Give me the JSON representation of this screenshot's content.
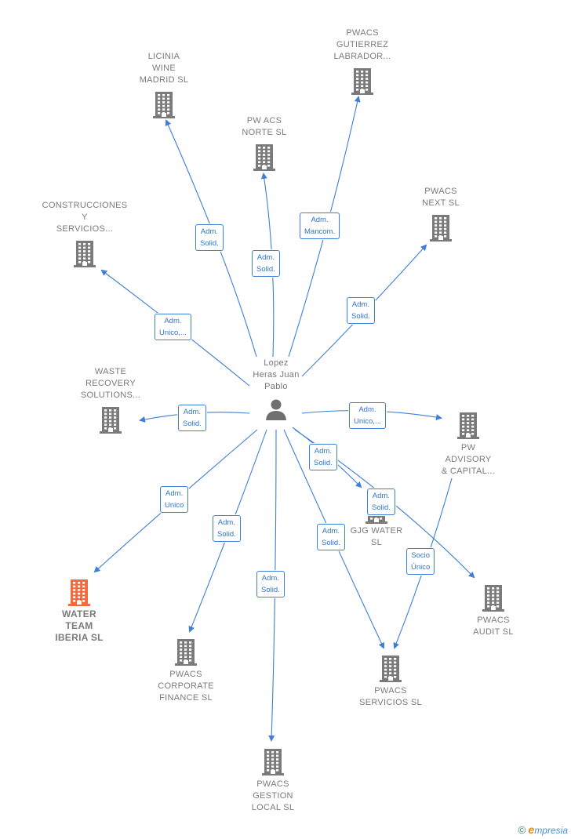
{
  "colors": {
    "edge": "#3f7fd6",
    "building": "#7a7a7a",
    "focus": "#f26a3d",
    "person": "#6f6f6f"
  },
  "person": {
    "label": "Lopez\nHeras Juan\nPablo"
  },
  "companies": [
    {
      "id": "licinia",
      "label": "LICINIA\nWINE\nMADRID  SL"
    },
    {
      "id": "gutierrez",
      "label": "PWACS\nGUTIERREZ\nLABRADOR..."
    },
    {
      "id": "norte",
      "label": "PW ACS\nNORTE  SL"
    },
    {
      "id": "next",
      "label": "PWACS\nNEXT  SL"
    },
    {
      "id": "construcciones",
      "label": "CONSTRUCCIONES\nY\nSERVICIOS..."
    },
    {
      "id": "waste",
      "label": "WASTE\nRECOVERY\nSOLUTIONS..."
    },
    {
      "id": "advisory",
      "label": "PW\nADVISORY\n& CAPITAL..."
    },
    {
      "id": "gjg",
      "label": "GJG WATER\nSL"
    },
    {
      "id": "water",
      "label": "WATER\nTEAM\nIBERIA  SL",
      "focus": true
    },
    {
      "id": "corporate",
      "label": "PWACS\nCORPORATE\nFINANCE  SL"
    },
    {
      "id": "servicios",
      "label": "PWACS\nSERVICIOS  SL"
    },
    {
      "id": "audit",
      "label": "PWACS\nAUDIT  SL"
    },
    {
      "id": "gestion",
      "label": "PWACS\nGESTION\nLOCAL  SL"
    }
  ],
  "relations": [
    {
      "to": "licinia",
      "label": "Adm.\nSolid."
    },
    {
      "to": "norte",
      "label": "Adm.\nSolid."
    },
    {
      "to": "gutierrez",
      "label": "Adm.\nMancom."
    },
    {
      "to": "next",
      "label": "Adm.\nSolid."
    },
    {
      "to": "construcciones",
      "label": "Adm.\nUnico,..."
    },
    {
      "to": "waste",
      "label": "Adm.\nSolid."
    },
    {
      "to": "advisory",
      "label": "Adm.\nUnico,..."
    },
    {
      "to": "gjg",
      "label": "Adm.\nSolid."
    },
    {
      "to": "audit",
      "label": "Adm.\nSolid."
    },
    {
      "to": "water",
      "label": "Adm.\nUnico"
    },
    {
      "to": "corporate",
      "label": "Adm.\nSolid."
    },
    {
      "to": "gestion",
      "label": "Adm.\nSolid."
    },
    {
      "to": "servicios",
      "label": "Adm.\nSolid."
    },
    {
      "from": "advisory",
      "to": "servicios",
      "label": "Socio\nÚnico"
    }
  ],
  "footer": {
    "copyright": "©",
    "brand_initial": "e",
    "brand_rest": "mpresia"
  }
}
